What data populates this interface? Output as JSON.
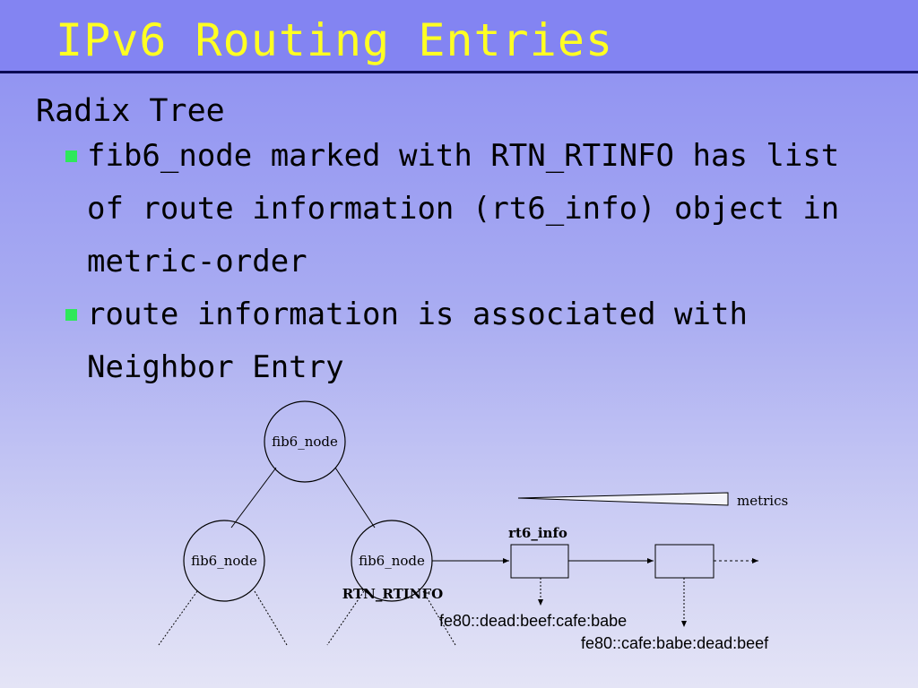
{
  "slide": {
    "title": "IPv6 Routing Entries",
    "heading": "Radix Tree",
    "bullets": [
      [
        "fib6_node marked with RTN_RTINFO has list",
        "of route information (rt6_info) object in",
        "metric-order"
      ],
      [
        "route information is associated with",
        "Neighbor Entry"
      ]
    ]
  },
  "diagram": {
    "root_node": "fib6_node",
    "left_node": "fib6_node",
    "right_node": "fib6_node",
    "right_node_tag": "RTN_RTINFO",
    "list_label": "rt6_info",
    "metrics_label": "metrics",
    "address_1": "fe80::dead:beef:cafe:babe",
    "address_2": "fe80::cafe:babe:dead:beef"
  },
  "colors": {
    "title": "#ffff22",
    "titlebar": "#8384f2",
    "bullet_mark": "#2ee85a"
  }
}
